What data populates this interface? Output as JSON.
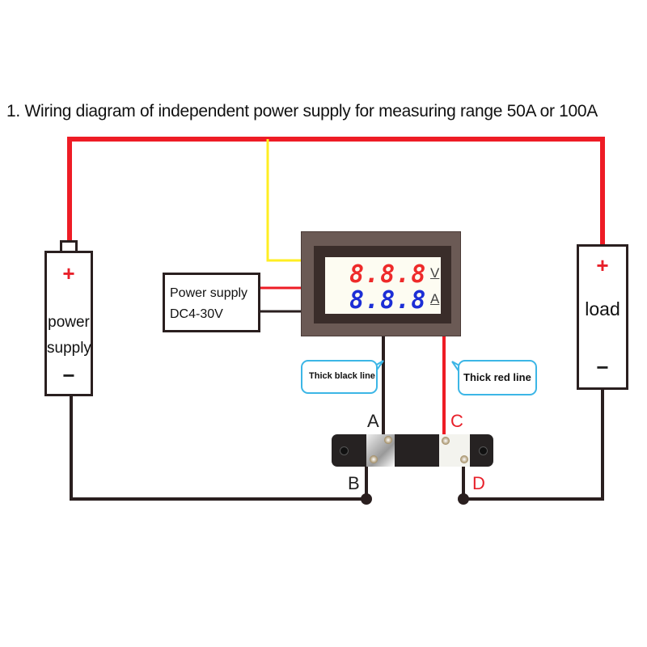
{
  "title": "1. Wiring diagram of independent power supply for measuring range 50A or 100A",
  "colors": {
    "positive_wire": "#ee1c25",
    "negative_wire": "#2a1f1f",
    "signal_wire": "#ffee22",
    "callout_border": "#3cb6e6",
    "voltage_digits": "#ee2a2a",
    "current_digits": "#1c2ed6",
    "terminal_label_red": "#e8202a"
  },
  "battery": {
    "plus": "+",
    "label_line1": "power",
    "label_line2": "supply",
    "minus": "−"
  },
  "load": {
    "plus": "+",
    "label": "load",
    "minus": "−"
  },
  "aux_power": {
    "line1": "Power supply",
    "line2": "DC4-30V"
  },
  "meter": {
    "voltage_display": "8.8.8",
    "voltage_unit": "V",
    "current_display": "8.8.8",
    "current_unit": "A"
  },
  "callouts": {
    "black": "Thick black line",
    "red": "Thick red line"
  },
  "terminals": {
    "a": "A",
    "b": "B",
    "c": "C",
    "d": "D"
  }
}
